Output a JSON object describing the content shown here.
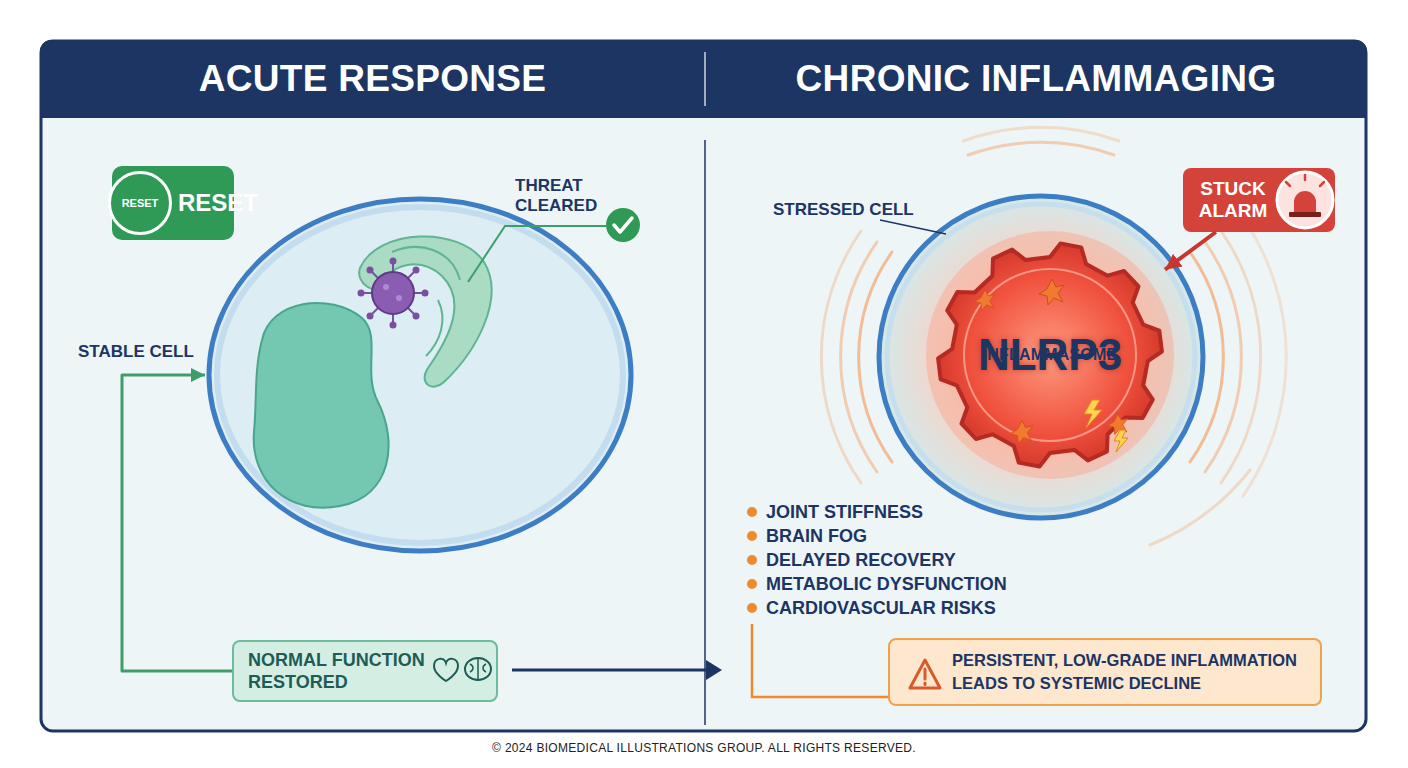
{
  "diagram": {
    "nodes": [
      {
        "text": [
          "ACUTE RESPONSE"
        ]
      },
      {
        "text": [
          "CHRONIC INFLAMMAGING"
        ]
      },
      {
        "text": [
          "RESET"
        ]
      },
      {
        "text": [
          "RESET"
        ],
        "in": 2
      },
      {
        "text": [
          "STABLE CELL"
        ]
      },
      {
        "text": [
          "NORMAL FUNCTION RESTORED"
        ]
      },
      {
        "text": [
          "STRESSED CELL"
        ]
      },
      {
        "text": [
          "NLRP3",
          "INFLAMMASOME"
        ],
        "in": 6
      },
      {
        "text": [
          "STUCK ALARM"
        ]
      },
      {
        "text": [
          "PERSISTENT, LOW-GRADE INFLAMMATION LEADS TO SYSTEMIC DECLINE"
        ]
      }
    ],
    "edges": [
      {
        "from": 5,
        "to": 4,
        "arrow": "to"
      },
      {
        "from": 8,
        "to": 7,
        "arrow": "to"
      }
    ],
    "labels": [
      "THREAT CLEARED",
      "JOINT STIFFNESS",
      "BRAIN FOG",
      "DELAYED RECOVERY",
      "METABOLIC DYSFUNCTION",
      "CARDIOVASCULAR RISKS",
      "© 2024 BIOMEDICAL ILLUSTRATIONS GROUP. ALL RIGHTS RESERVED."
    ]
  }
}
